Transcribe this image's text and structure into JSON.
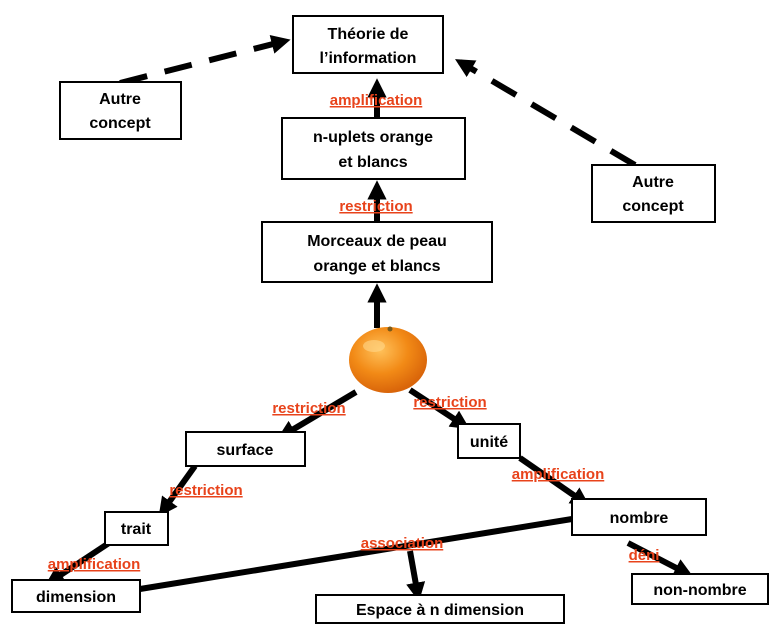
{
  "colors": {
    "edge_label": "#e8431b",
    "line": "#000000",
    "box_border": "#000000",
    "orange": "#f28a16"
  },
  "nodes": {
    "theorie": [
      "Théorie de",
      "l’information"
    ],
    "autre_left": [
      "Autre",
      "concept"
    ],
    "autre_right": [
      "Autre",
      "concept"
    ],
    "nuplets": [
      "n-uplets orange",
      "et blancs"
    ],
    "morceaux": [
      "Morceaux de peau",
      "orange et blancs"
    ],
    "surface": [
      "surface"
    ],
    "unite": [
      "unité"
    ],
    "trait": [
      "trait"
    ],
    "nombre": [
      "nombre"
    ],
    "dimension": [
      "dimension"
    ],
    "espace": [
      "Espace à n dimension"
    ],
    "non_nombre": [
      "non-nombre"
    ]
  },
  "edge_labels": {
    "amplification_top": "amplification",
    "restriction_top": "restriction",
    "restriction_left": "restriction",
    "restriction_right": "restriction",
    "restriction_mid": "restriction",
    "amplification_right": "amplification",
    "amplification_left": "amplification",
    "association": "association",
    "deni": "déni"
  },
  "center_image": "orange-fruit-icon"
}
